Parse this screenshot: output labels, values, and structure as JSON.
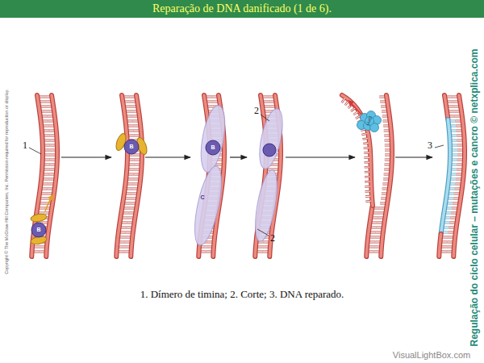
{
  "diagram": {
    "title": "Reparação de DNA danificado (1 de 6).",
    "caption": "1. Dímero de timina; 2. Corte; 3. DNA reparado.",
    "labels": [
      "1",
      "2",
      "2",
      "3",
      "B",
      "B",
      "B",
      "C",
      "UvrD",
      "Copyright © The McGraw-Hill Companies, Inc. Permission required for reproduction or display.",
      "Regulação do ciclo celular – mutações e cancro © netxplica.com",
      "VisualLightBox.com"
    ]
  }
}
